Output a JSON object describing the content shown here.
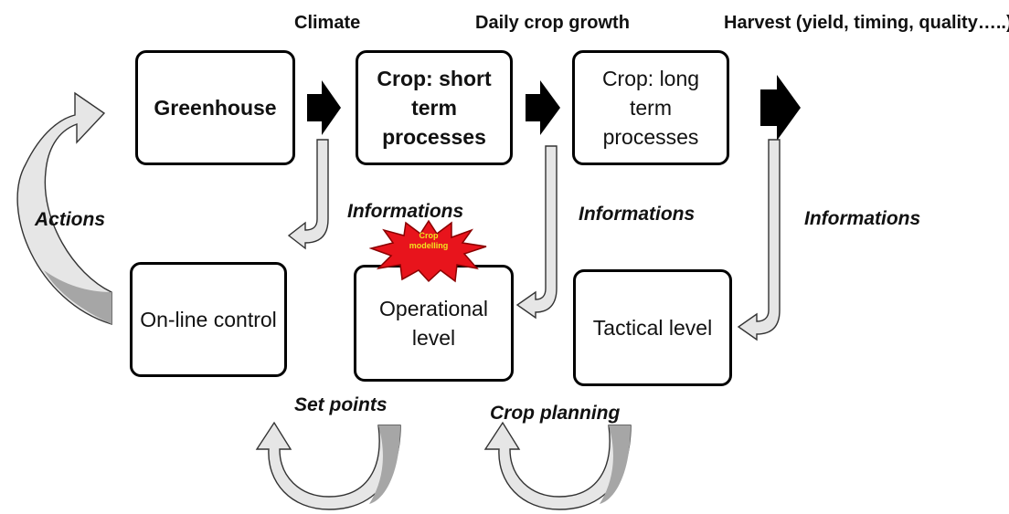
{
  "labels": {
    "climate": "Climate",
    "daily_growth": "Daily crop growth",
    "harvest": "Harvest (yield, timing, quality…..)",
    "actions": "Actions",
    "informations_1": "Informations",
    "informations_2": "Informations",
    "informations_3": "Informations",
    "set_points": "Set points",
    "crop_planning": "Crop planning"
  },
  "boxes": {
    "greenhouse": "Greenhouse",
    "crop_short": "Crop: short term processes",
    "crop_long": "Crop: long term processes",
    "online_control": "On-line control",
    "operational": "Operational level",
    "tactical": "Tactical level"
  },
  "burst": {
    "text": "Crop modelling",
    "fill": "#e8141c",
    "text_color": "#f1e320"
  },
  "colors": {
    "arrow_fill": "#e6e6e6",
    "arrow_shade": "#a6a6a6",
    "flow_arrow": "#000000"
  }
}
